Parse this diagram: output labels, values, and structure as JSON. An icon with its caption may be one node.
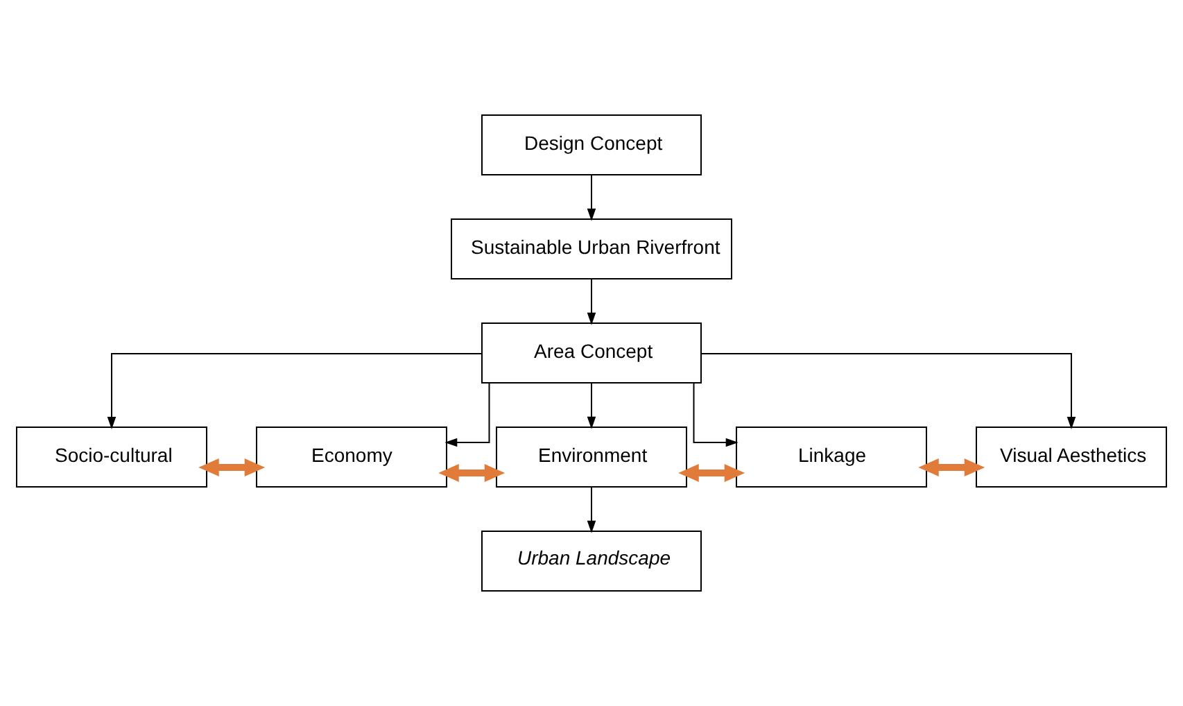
{
  "diagram": {
    "nodes": [
      {
        "text": [
          "Design Concept"
        ]
      },
      {
        "text": [
          "Sustainable Urban Riverfront"
        ]
      },
      {
        "text": [
          "Area Concept"
        ]
      },
      {
        "text": [
          "Socio-cultural"
        ]
      },
      {
        "text": [
          "Economy"
        ]
      },
      {
        "text": [
          "Environment"
        ]
      },
      {
        "text": [
          "Linkage"
        ]
      },
      {
        "text": [
          "Visual Aesthetics"
        ]
      },
      {
        "text": [
          "Urban Landscape"
        ]
      }
    ],
    "edges": [
      {
        "from": 0,
        "to": 1,
        "arrow": "to"
      },
      {
        "from": 1,
        "to": 2,
        "arrow": "to"
      },
      {
        "from": 2,
        "to": 3,
        "arrow": "to"
      },
      {
        "from": 2,
        "to": 4,
        "arrow": "to"
      },
      {
        "from": 2,
        "to": 5,
        "arrow": "to"
      },
      {
        "from": 2,
        "to": 6,
        "arrow": "to"
      },
      {
        "from": 2,
        "to": 7,
        "arrow": "to"
      },
      {
        "from": 3,
        "to": 4,
        "arrow": "both",
        "style": "thick",
        "color": "#e07b39"
      },
      {
        "from": 4,
        "to": 5,
        "arrow": "both",
        "style": "thick",
        "color": "#e07b39"
      },
      {
        "from": 5,
        "to": 6,
        "arrow": "both",
        "style": "thick",
        "color": "#e07b39"
      },
      {
        "from": 6,
        "to": 7,
        "arrow": "both",
        "style": "thick",
        "color": "#e07b39"
      },
      {
        "from": 5,
        "to": 8,
        "arrow": "to"
      }
    ]
  }
}
